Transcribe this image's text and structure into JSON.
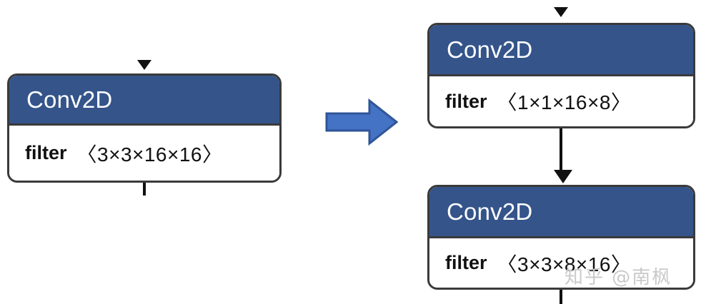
{
  "diagram": {
    "title": "Conv2D factorization into two convolutions",
    "background_color": "#ffffff",
    "node_header_color": "#34548a",
    "node_border_color": "#3a3a3a",
    "arrow_fill_color": "#4472c4",
    "arrow_stroke_color": "#2f5597",
    "connector_color": "#111111"
  },
  "left": {
    "node": {
      "header": "Conv2D",
      "attr_key": "filter",
      "attr_value": "〈3×3×16×16〉"
    }
  },
  "transform": {
    "icon": "right-arrow-icon"
  },
  "right": {
    "nodes": [
      {
        "header": "Conv2D",
        "attr_key": "filter",
        "attr_value": "〈1×1×16×8〉"
      },
      {
        "header": "Conv2D",
        "attr_key": "filter",
        "attr_value": "〈3×3×8×16〉"
      }
    ]
  },
  "watermark": {
    "text": "知乎 @南枫"
  }
}
